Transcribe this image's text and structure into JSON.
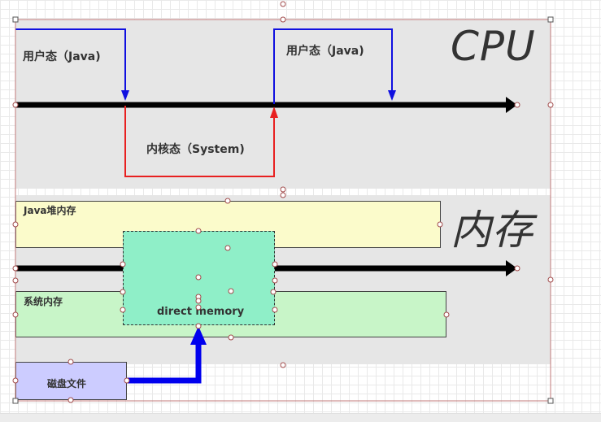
{
  "cpu": {
    "title": "CPU",
    "user_mode_left": "用户态（Java)",
    "user_mode_right": "用户态（Java)",
    "kernel_mode": "内核态（System)"
  },
  "memory": {
    "title": "内存",
    "java_heap": "Java堆内存",
    "system_memory": "系统内存",
    "direct_memory": "direct memory"
  },
  "disk": {
    "file_label": "磁盘文件"
  },
  "colors": {
    "user_line": "#1010e0",
    "kernel_line": "#e82020",
    "main_arrow": "#000000",
    "heap_fill": "#fbfbcb",
    "system_fill": "#c8f5c8",
    "direct_fill": "#8fefc8",
    "disk_fill": "#ccccff",
    "disk_arrow": "#0000ee"
  }
}
